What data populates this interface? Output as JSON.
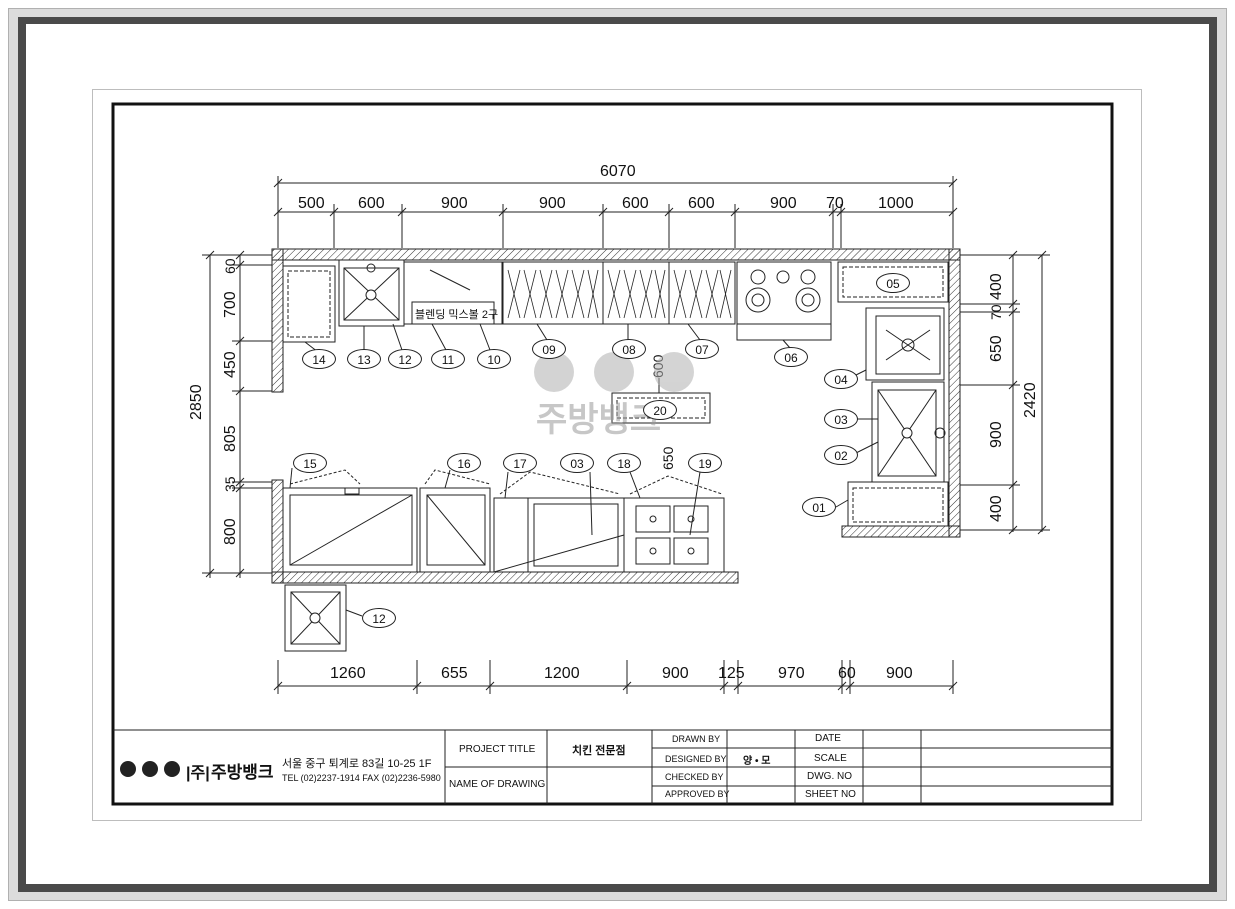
{
  "colors": {
    "frame_light": "#dcdcdc",
    "frame_dark": "#4a4a4a",
    "line": "#1a1a1a",
    "watermark": "#b9b9b9"
  },
  "dimensions": {
    "overall_top": "6070",
    "top": [
      "500",
      "600",
      "900",
      "900",
      "600",
      "600",
      "900",
      "70",
      "1000"
    ],
    "bottom": [
      "1260",
      "655",
      "1200",
      "900",
      "125",
      "970",
      "60",
      "900"
    ],
    "left_overall": "2850",
    "left": [
      "60",
      "700",
      "450",
      "805",
      "35",
      "800"
    ],
    "right": [
      "400",
      "70",
      "650",
      "900",
      "400"
    ],
    "right_overall": "2420",
    "inner_650": "650",
    "inner_600": "600"
  },
  "equipment_tags": {
    "t01": "01",
    "t02": "02",
    "t03a": "03",
    "t03b": "03",
    "t04": "04",
    "t05": "05",
    "t06": "06",
    "t07": "07",
    "t08": "08",
    "t09": "09",
    "t10": "10",
    "t11": "11",
    "t12a": "12",
    "t12b": "12",
    "t13": "13",
    "t14": "14",
    "t15": "15",
    "t16": "16",
    "t17": "17",
    "t18": "18",
    "t19": "19",
    "t20": "20"
  },
  "fixture_label": "블렌딩 믹스볼 2구",
  "watermark": {
    "brand": "주방뱅크"
  },
  "title_block": {
    "company_name": "주방뱅크",
    "company_prefix": "주",
    "address": "서울 중구 퇴계로 83길 10-25 1F",
    "phone": "TEL (02)2237-1914 FAX (02)2236-5980",
    "project_title_label": "PROJECT TITLE",
    "project_title_value": "치킨 전문점",
    "name_of_drawing_label": "NAME OF DRAWING",
    "drawn_by_label": "DRAWN BY",
    "designed_by_label": "DESIGNED BY",
    "designed_by_value": "양 • 모",
    "checked_by_label": "CHECKED BY",
    "approved_by_label": "APPROVED BY",
    "date_label": "DATE",
    "scale_label": "SCALE",
    "dwg_no_label": "DWG. NO",
    "sheet_no_label": "SHEET NO"
  }
}
